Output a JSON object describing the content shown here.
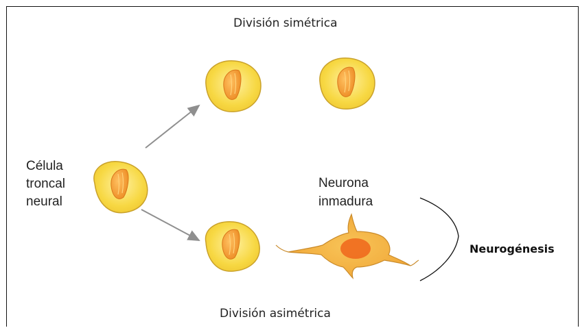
{
  "labels": {
    "symmetric": "División simétrica",
    "asymmetric": "División asimétrica",
    "stem_cell": [
      "Célula",
      "troncal",
      "neural"
    ],
    "immature_neuron": [
      "Neurona",
      "inmadura"
    ],
    "neurogenesis": "Neurogénesis"
  },
  "colors": {
    "cell_fill": "#f7d843",
    "cell_stroke": "#c9a12a",
    "nucleus": "#f39a2b",
    "neuron_body": "#f6b53e",
    "neuron_nucleus": "#ef6a1e",
    "arrow": "#8f8f8f"
  }
}
